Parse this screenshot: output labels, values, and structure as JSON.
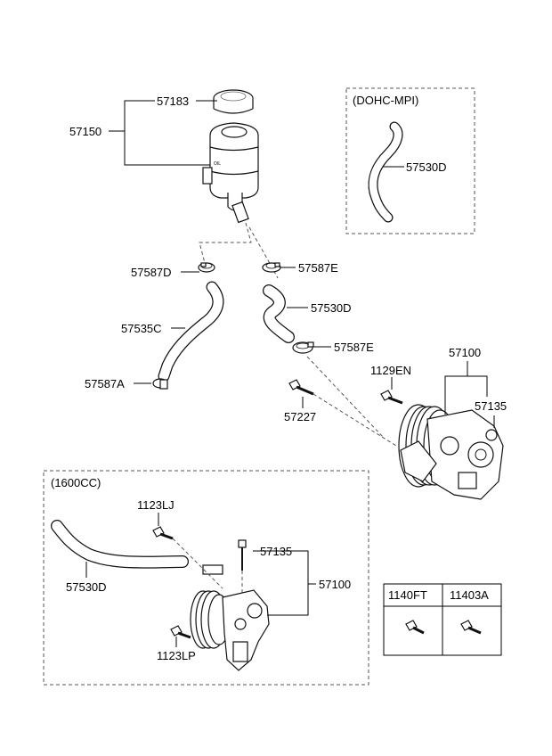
{
  "boxes": {
    "dohc_label": "(DOHC-MPI)",
    "cc1600_label": "(1600CC)"
  },
  "parts": {
    "p57183": "57183",
    "p57150": "57150",
    "p57530D_dohc": "57530D",
    "p57587D": "57587D",
    "p57587E_top": "57587E",
    "p57535C": "57535C",
    "p57530D_mid": "57530D",
    "p57587E_mid": "57587E",
    "p57587A": "57587A",
    "p57100_main": "57100",
    "p1129EN": "1129EN",
    "p57135_main": "57135",
    "p57227": "57227",
    "p1123LJ": "1123LJ",
    "p57135_1600": "57135",
    "p57530D_1600": "57530D",
    "p57100_1600": "57100",
    "p1123LP": "1123LP"
  },
  "fastener_table": {
    "headers": [
      "1140FT",
      "11403A"
    ]
  }
}
